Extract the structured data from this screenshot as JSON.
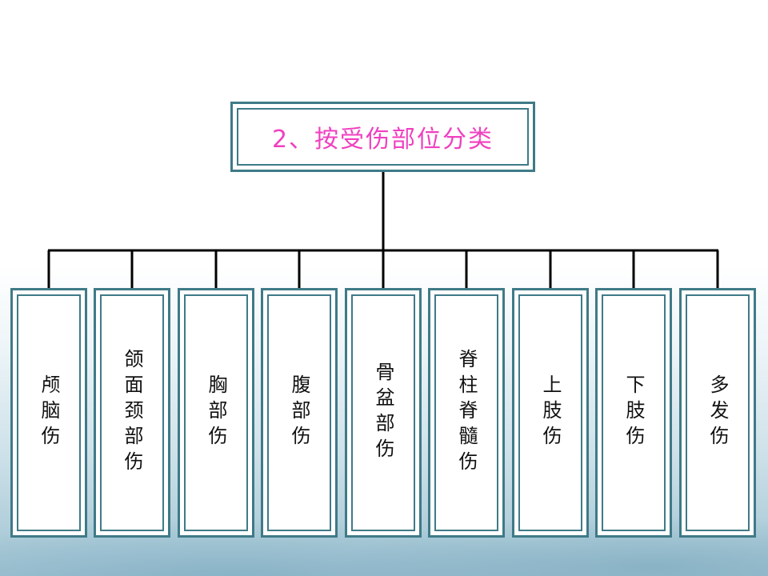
{
  "title": "2、按受伤部位分类",
  "categories": [
    {
      "label": "颅脑伤"
    },
    {
      "label": "颌面颈部伤"
    },
    {
      "label": "胸部伤"
    },
    {
      "label": "腹部伤"
    },
    {
      "label": "骨盆部伤"
    },
    {
      "label": "脊柱脊髓伤"
    },
    {
      "label": "上肢伤"
    },
    {
      "label": "下肢伤"
    },
    {
      "label": "多发伤"
    }
  ],
  "colors": {
    "title_text": "#f040c0",
    "box_border": "#3f7a87",
    "connector": "#000000",
    "label_text": "#111111"
  }
}
